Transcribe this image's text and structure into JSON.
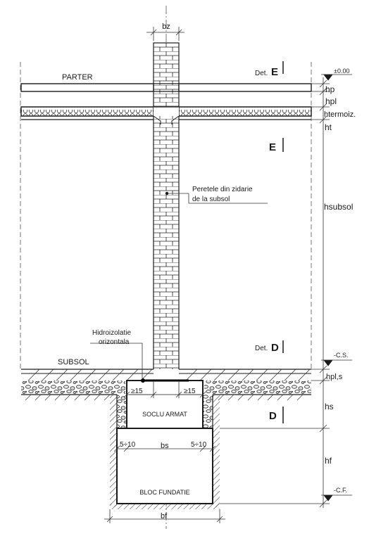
{
  "labels": {
    "bz": "bz",
    "parter": "PARTER",
    "det_e": "Det.",
    "det_e_letter": "E",
    "level_zero": "±0.00",
    "hp": "hp",
    "hpl": "hpl",
    "htermoiz": "htermoiz.",
    "ht": "ht",
    "e_section": "E",
    "perete_line1": "Peretele din zidarie",
    "perete_line2": "de la subsol",
    "hsubsol": "hsubsol",
    "hidro_line1": "Hidroizolatie",
    "hidro_line2": "orizontala",
    "det_d": "Det.",
    "det_d_letter": "D",
    "cs": "-C.S.",
    "subsol": "SUBSOL",
    "hpls": "hpl,s",
    "ge15_left": "≥15",
    "ge15_right": "≥15",
    "soclu": "SOCLU ARMAT",
    "hs": "hs",
    "d_section": "D",
    "five10_left": "5÷10",
    "bs": "bs",
    "five10_right": "5÷10",
    "hf": "hf",
    "bloc": "BLOC FUNDATIE",
    "cf": "-C.F.",
    "bf": "bf"
  },
  "colors": {
    "ink": "#1a1a1a",
    "hatch": "#444444",
    "background": "#ffffff"
  }
}
